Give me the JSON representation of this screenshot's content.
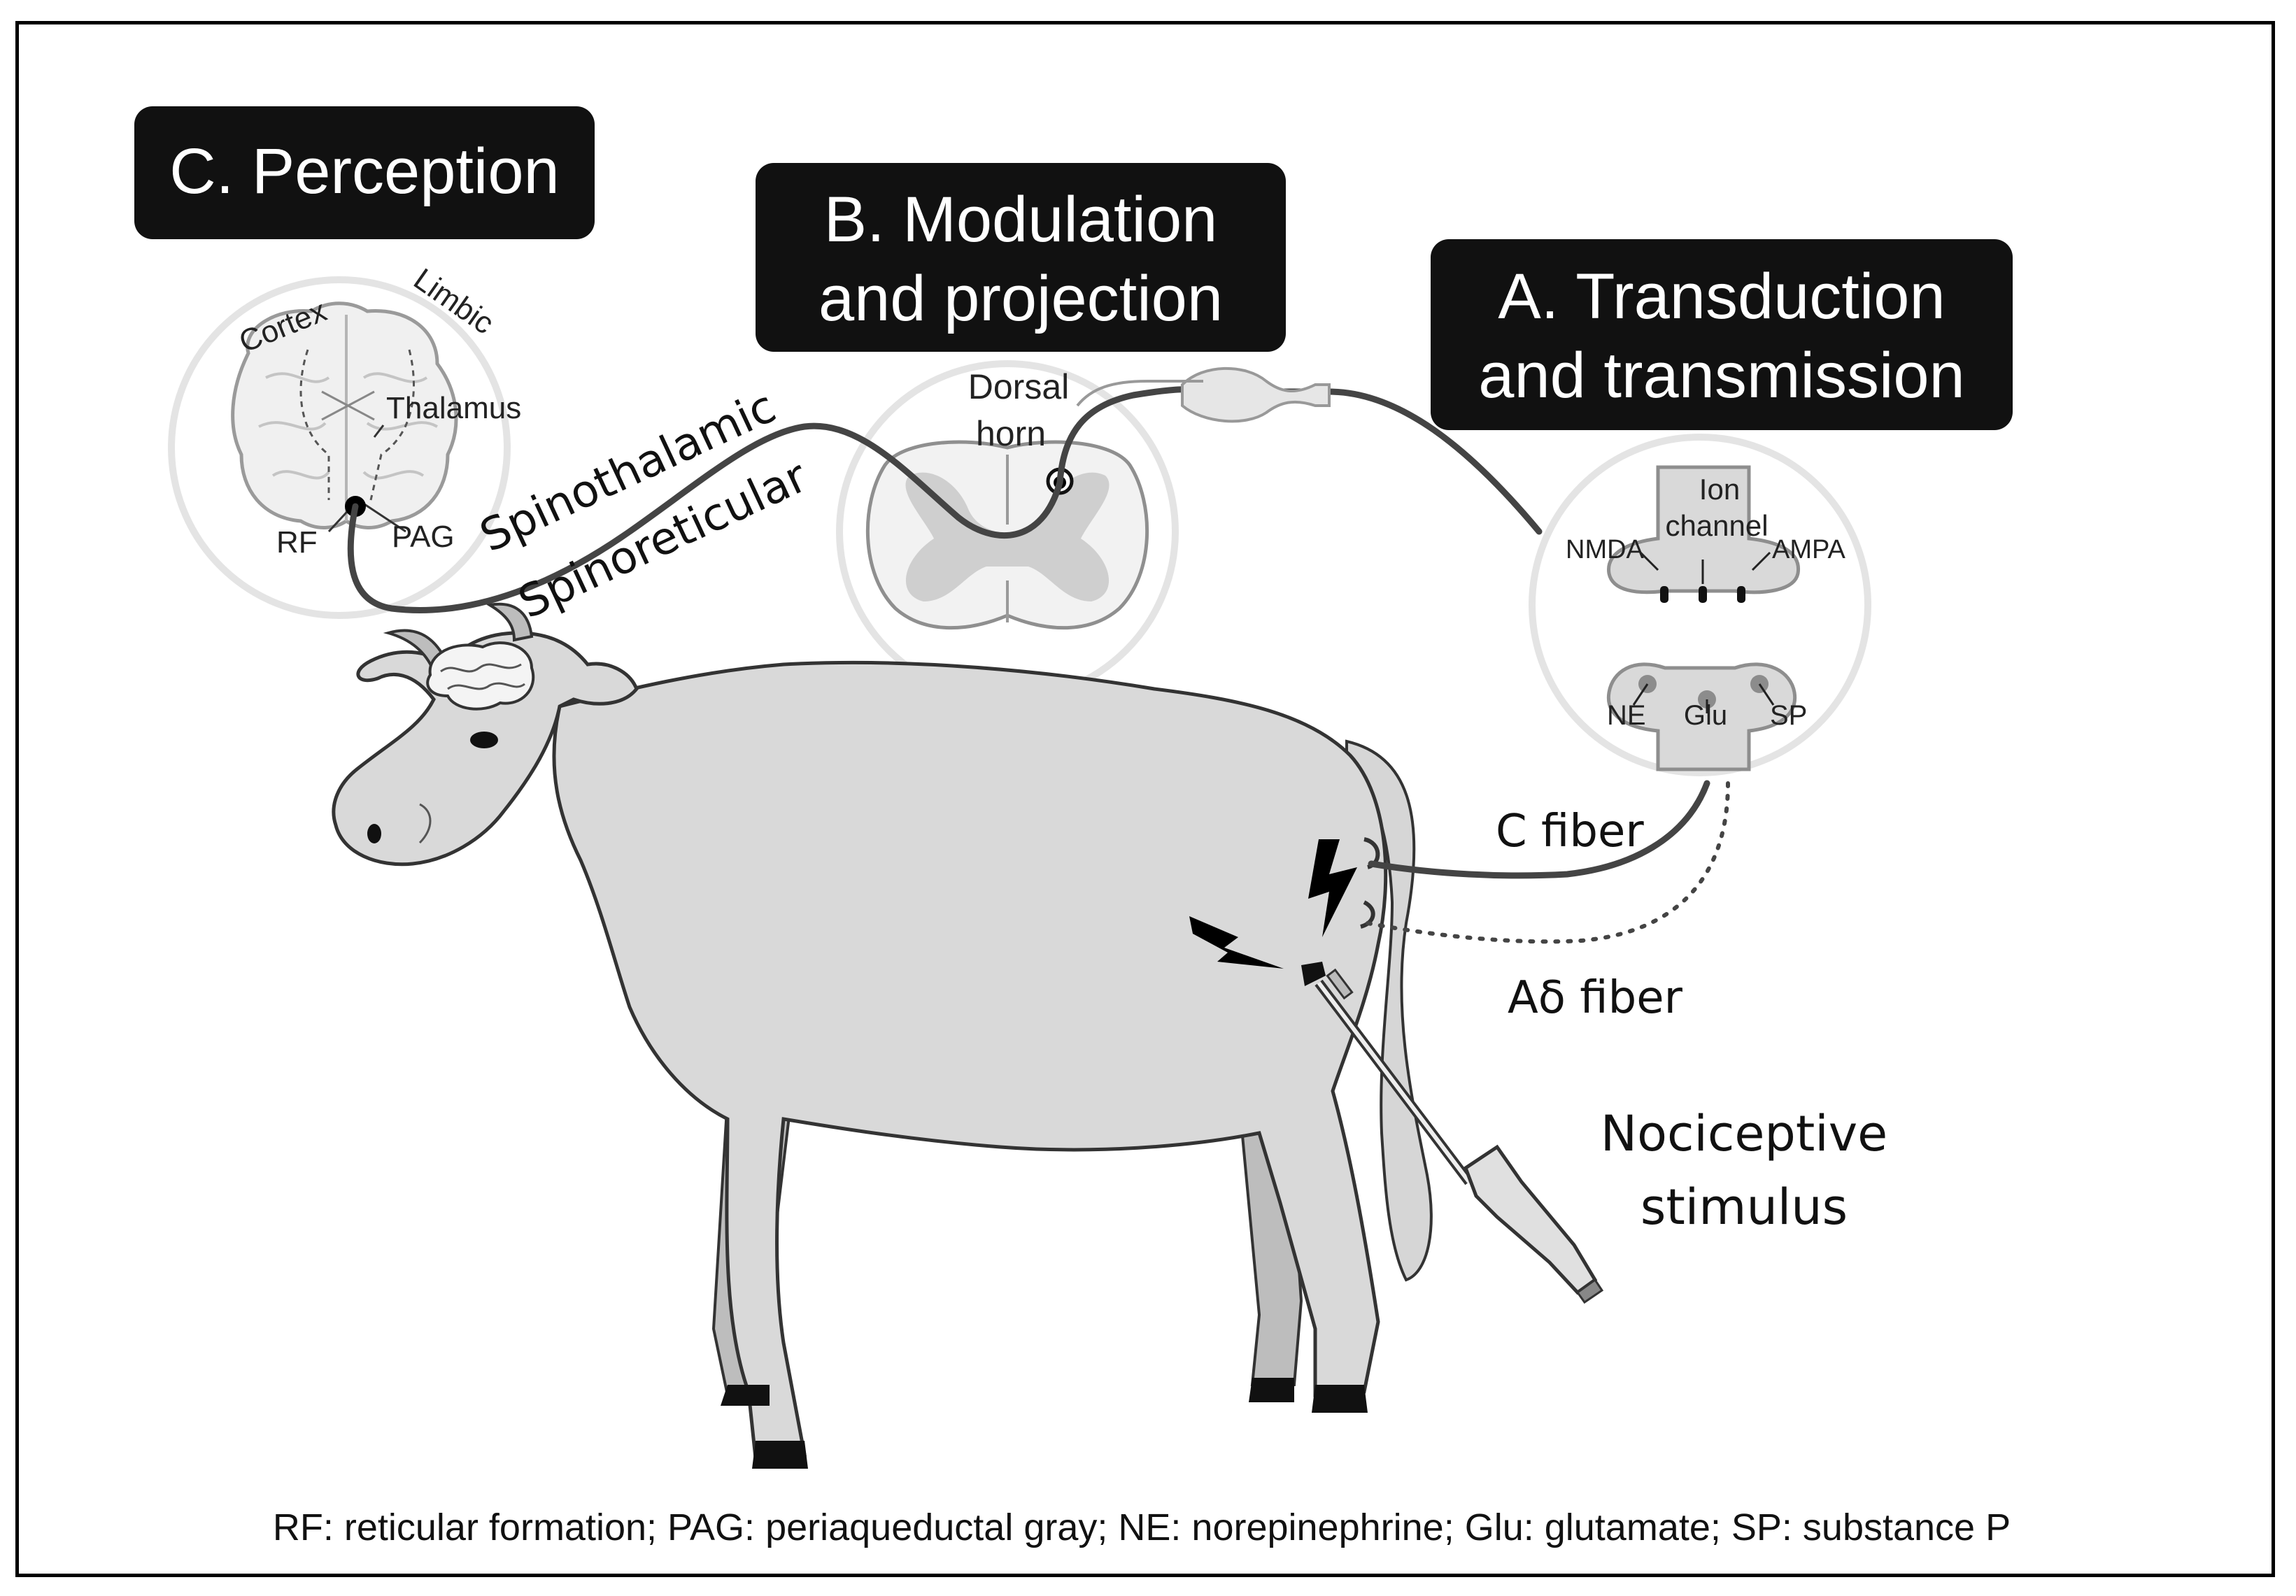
{
  "sections": {
    "perception": "C. Perception",
    "modulation_line1": "B. Modulation",
    "modulation_line2": "and projection",
    "transduction_line1": "A. Transduction",
    "transduction_line2": "and transmission"
  },
  "brain_labels": {
    "cortex": "Cortex",
    "limbic": "Limbic",
    "thalamus": "Thalamus",
    "rf": "RF",
    "pag": "PAG"
  },
  "tracts": {
    "spinothalamic": "Spinothalamic",
    "spinoreticular": "Spinoreticular"
  },
  "dorsal_horn": {
    "line1": "Dorsal",
    "line2": "horn"
  },
  "synapse": {
    "ion_channel_line1": "Ion",
    "ion_channel_line2": "channel",
    "nmda": "NMDA",
    "ampa": "AMPA",
    "ne": "NE",
    "glu": "Glu",
    "sp": "SP"
  },
  "fibers": {
    "c_fiber": "C fiber",
    "a_delta_fiber": "Aδ fiber"
  },
  "stimulus": {
    "line1": "Nociceptive",
    "line2": "stimulus"
  },
  "footer": "RF: reticular formation; PAG: periaqueductal gray; NE: norepinephrine; Glu: glutamate; SP: substance P",
  "colors": {
    "label_box": "#111111",
    "cow_fill": "#d9d9d9",
    "fiber": "#555555",
    "circle_border": "#e6e6e6"
  }
}
